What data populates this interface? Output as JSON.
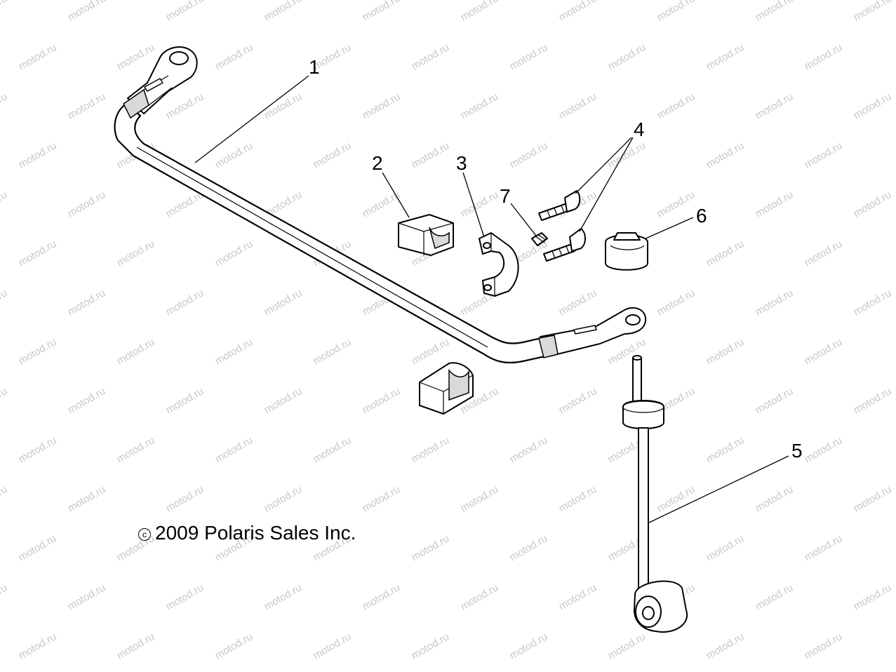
{
  "watermark": "motod.ru",
  "copyright": "2009 Polaris Sales Inc.",
  "copyright_symbol": "c",
  "callouts": [
    {
      "label": "1"
    },
    {
      "label": "2"
    },
    {
      "label": "3"
    },
    {
      "label": "4"
    },
    {
      "label": "5"
    },
    {
      "label": "6"
    },
    {
      "label": "7"
    }
  ]
}
